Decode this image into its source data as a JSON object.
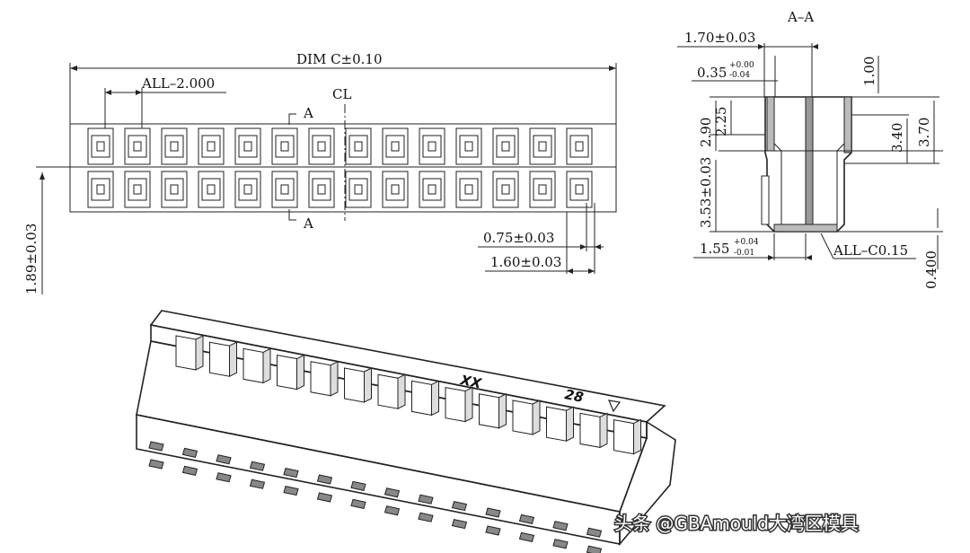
{
  "drawing": {
    "overall_length_label": "DIM  C±0.10",
    "pitch_label": "ALL–2.000",
    "centerline_label": "CL",
    "section_mark_top": "A",
    "section_mark_bottom": "A",
    "height_label": "1.89±0.03",
    "pin_width_label": "0.75±0.03",
    "cavity_width_label": "1.60±0.03",
    "pin_rows": 2,
    "pin_columns": 14
  },
  "section": {
    "title": "A–A",
    "width_label": "1.70±0.03",
    "thickness_label": "0.35",
    "thickness_tol_upper": "+0.00",
    "thickness_tol_lower": "-0.04",
    "top_offset_label": "1.00",
    "dim_2_25": "2.25",
    "dim_2_90": "2.90",
    "dim_3_40": "3.40",
    "dim_3_70": "3.70",
    "dim_3_53": "3.53±0.03",
    "bottom_width_label": "1.55",
    "bottom_tol_upper": "+0.04",
    "bottom_tol_lower": "-0.01",
    "chamfer_label": "ALL–C0.15",
    "base_label": "0.400"
  },
  "isometric": {
    "marking_text": "XX",
    "pin_count_text": "28",
    "pin1_indicator": "triangle"
  },
  "watermark": "头条 @GBAmould大湾区模具"
}
